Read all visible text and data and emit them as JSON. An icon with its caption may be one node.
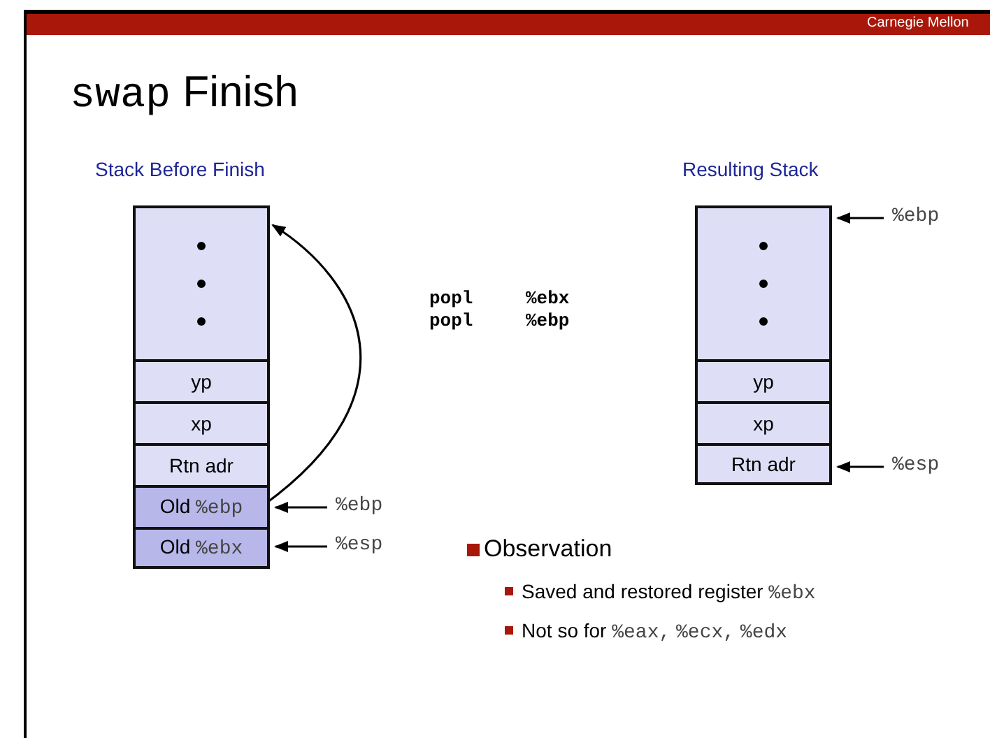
{
  "diagram": {
    "title": "swap Finish",
    "nodes": [
      {
        "text": [],
        "shape": "box"
      },
      {
        "text": [
          "yp"
        ]
      },
      {
        "text": [
          "xp"
        ]
      },
      {
        "text": [
          "Rtn adr"
        ]
      },
      {
        "text": [
          "Old %ebp"
        ]
      },
      {
        "text": [
          "Old %ebx"
        ]
      },
      {
        "text": [
          "%ebp"
        ]
      },
      {
        "text": [
          "%esp"
        ]
      },
      {
        "text": [],
        "shape": "box"
      },
      {
        "text": [
          "yp"
        ]
      },
      {
        "text": [
          "xp"
        ]
      },
      {
        "text": [
          "Rtn adr"
        ]
      },
      {
        "text": [
          "%ebp"
        ]
      },
      {
        "text": [
          "%esp"
        ]
      }
    ],
    "edges": [
      {
        "from": 4,
        "to": 0,
        "arrow": "to"
      },
      {
        "from": 6,
        "to": 4,
        "arrow": "to"
      },
      {
        "from": 7,
        "to": 5,
        "arrow": "to"
      },
      {
        "from": 12,
        "to": 8,
        "arrow": "to"
      },
      {
        "from": 13,
        "to": 11,
        "arrow": "to"
      }
    ],
    "labels": [
      "Carnegie Mellon",
      "Stack Before Finish",
      "Resulting Stack",
      "popl %ebx",
      "popl %ebp",
      "Observation",
      "Saved and restored register %ebx",
      "Not so for %eax, %ecx, %edx"
    ]
  }
}
